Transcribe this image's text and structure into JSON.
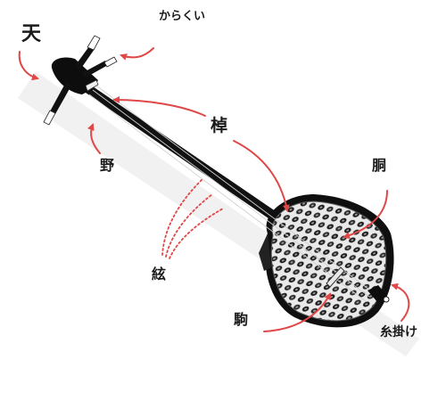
{
  "labels": {
    "ten": "天",
    "karakui": "からくい",
    "sao": "棹",
    "no": "野",
    "do": "胴",
    "gen": "絃",
    "koma": "駒",
    "itokake": "糸掛け"
  },
  "colors": {
    "arrow": "#e04848",
    "instrument_body": "#111111",
    "skin_light": "#e6e6e6",
    "label_text": "#1a1a1a"
  }
}
